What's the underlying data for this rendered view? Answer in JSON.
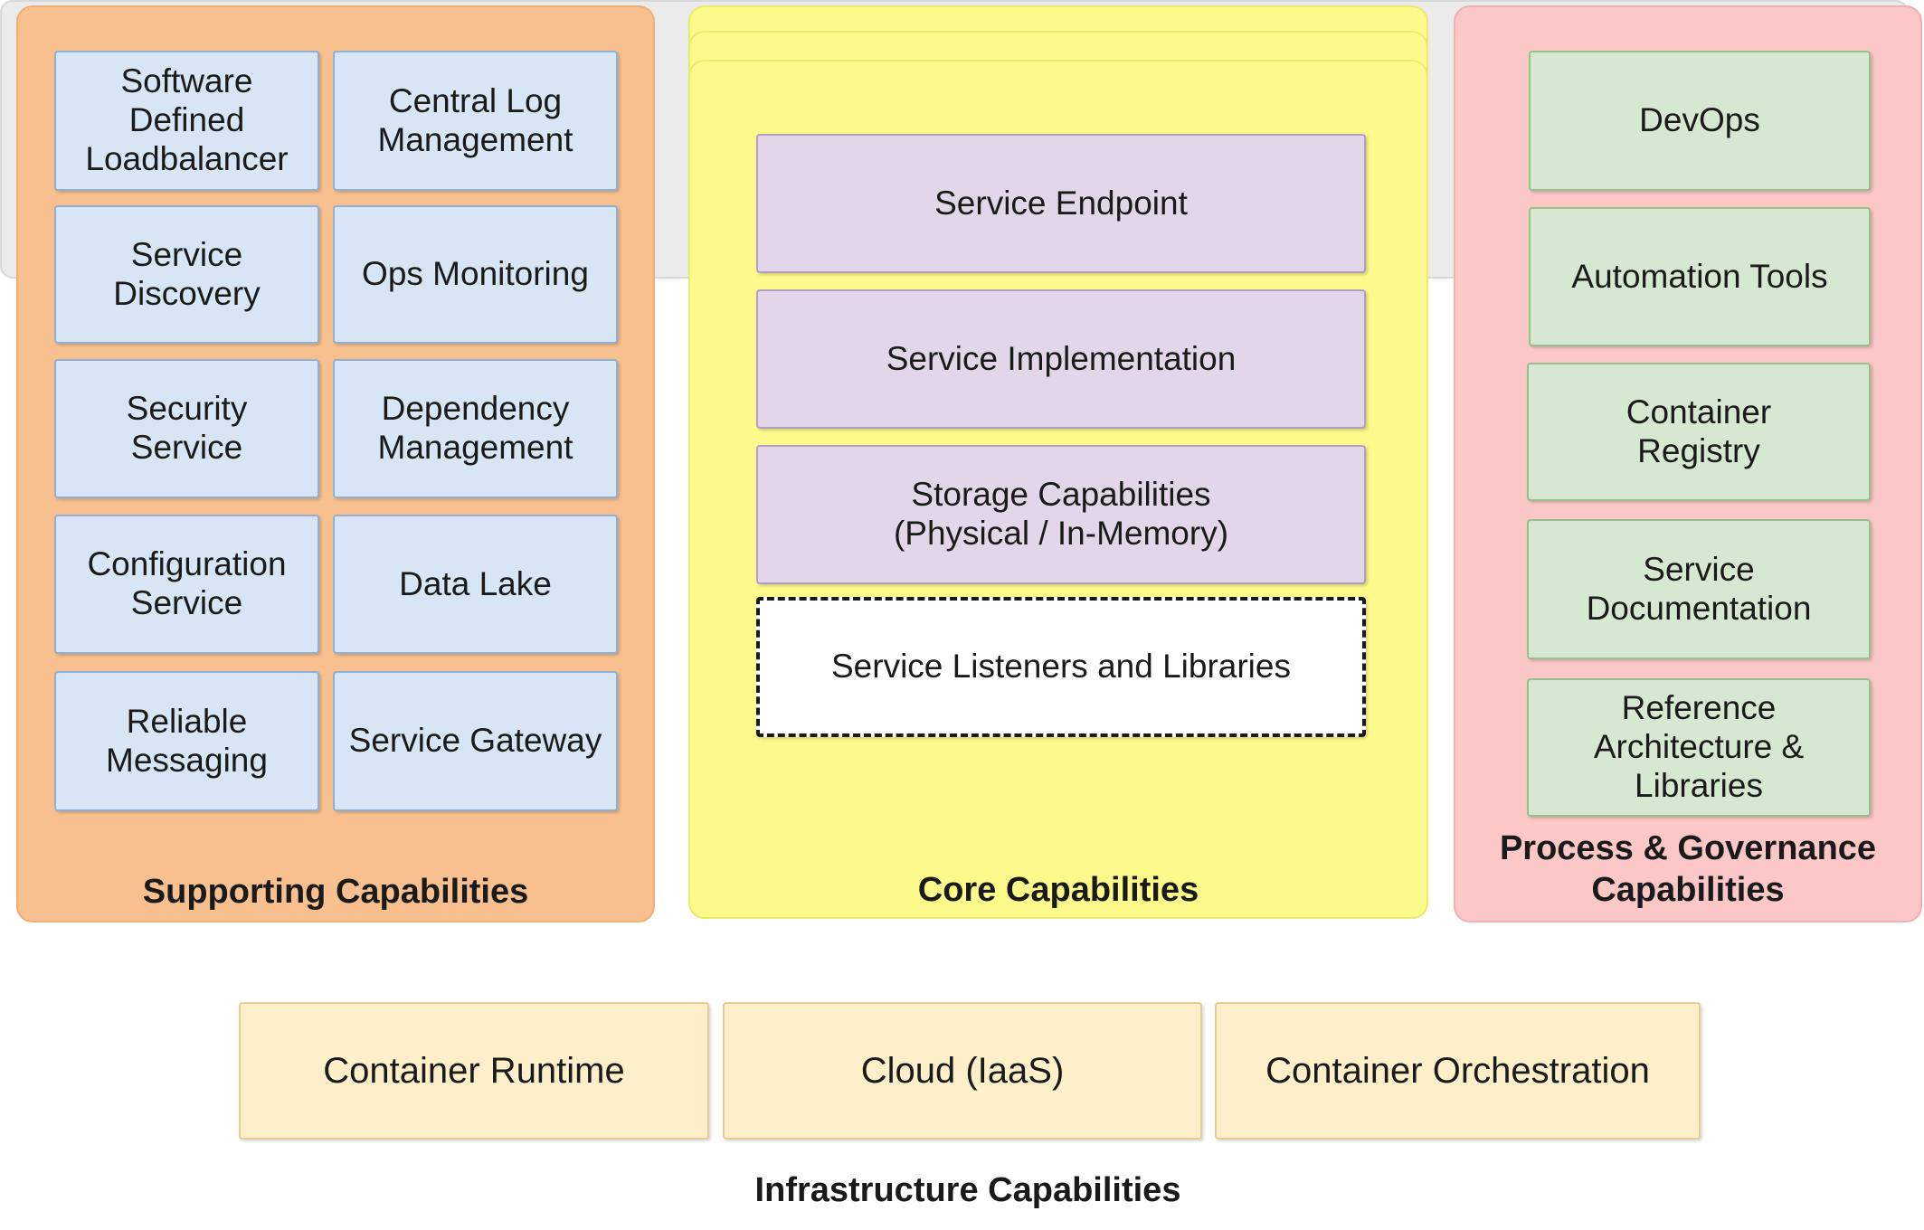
{
  "supporting": {
    "title": "Supporting  Capabilities",
    "items": [
      "Software Defined\nLoadbalancer",
      "Central Log\nManagement",
      "Service\nDiscovery",
      "Ops Monitoring",
      "Security\nService",
      "Dependency\nManagement",
      "Configuration\nService",
      "Data Lake",
      "Reliable\nMessaging",
      "Service Gateway"
    ]
  },
  "core": {
    "title": "Core Capabilities",
    "items": [
      "Service Endpoint",
      "Service Implementation",
      "Storage Capabilities\n(Physical / In-Memory)",
      "Service Listeners and  Libraries"
    ]
  },
  "process": {
    "title": "Process & Governance\nCapabilities",
    "items": [
      "DevOps",
      "Automation Tools",
      "Container\nRegistry",
      "Service\nDocumentation",
      "Reference\nArchitecture &\nLibraries"
    ]
  },
  "infrastructure": {
    "title": "Infrastructure Capabilities",
    "items": [
      "Container Runtime",
      "Cloud (IaaS)",
      "Container Orchestration"
    ]
  }
}
